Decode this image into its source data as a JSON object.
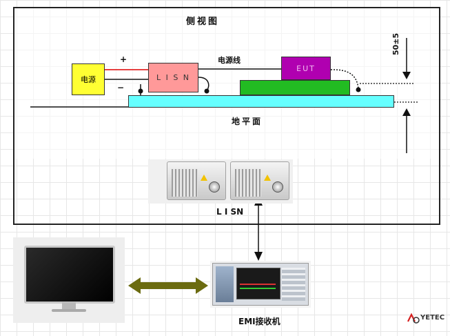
{
  "diagram": {
    "title": "侧视图",
    "power_source": "电源",
    "plus": "+",
    "minus": "−",
    "lisn_box": "L I S N",
    "power_line": "电源线",
    "eut": "EUT",
    "ground_plane": "地平面",
    "height_dim": "50±5",
    "lisn_label": "L I SN",
    "emi_receiver": "EMI接收机",
    "logo": "YETEC"
  },
  "colors": {
    "power_source": "#ffff33",
    "lisn_box": "#ff9999",
    "eut": "#b000b0",
    "eut_base": "#22bb22",
    "ground_plane": "#66ffff",
    "arrow_olive": "#6b6b10",
    "logo_red": "#d62020"
  },
  "icons": [
    "monitor-icon",
    "lisn-device-icon",
    "emi-receiver-icon"
  ]
}
